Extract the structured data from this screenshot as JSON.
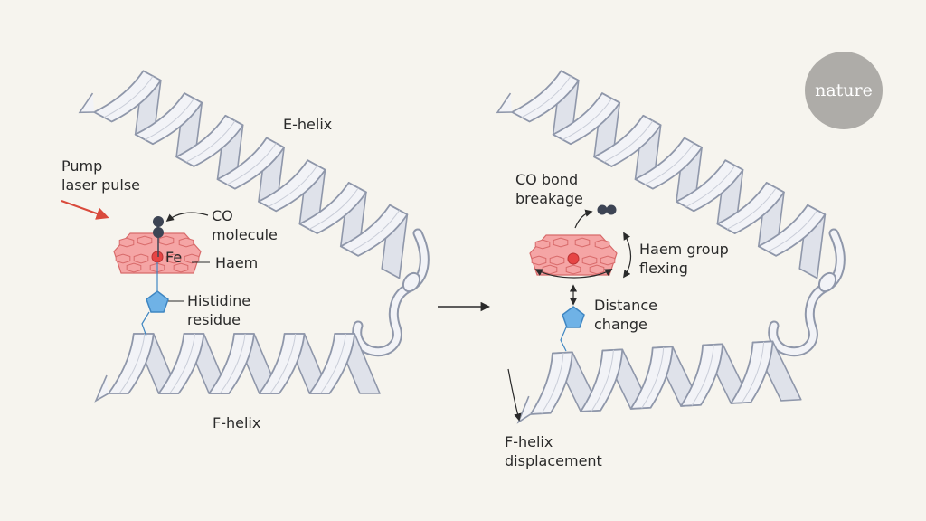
{
  "colors": {
    "background": "#f6f4ee",
    "helix_fill": "#f2f3f7",
    "helix_stroke": "#8f97aa",
    "haem_fill": "#f5a5a5",
    "haem_stroke": "#d86a6a",
    "iron": "#e64545",
    "co_atom": "#3d4454",
    "histidine_fill": "#6fb2e6",
    "histidine_stroke": "#3f86c2",
    "laser_arrow": "#d94a3c",
    "logo_bg": "#aeaca8",
    "text": "#2a2a2a"
  },
  "logo": {
    "text": "nature"
  },
  "left_panel": {
    "e_helix_label": "E-helix",
    "f_helix_label": "F-helix",
    "pump_label": "Pump\nlaser pulse",
    "co_label": "CO\nmolecule",
    "fe_label": "Fe",
    "haem_label": "Haem",
    "histidine_label": "Histidine\nresidue"
  },
  "right_panel": {
    "co_bond_label": "CO bond\nbreakage",
    "haem_flexing_label": "Haem group\nflexing",
    "distance_label": "Distance\nchange",
    "f_helix_displacement_label": "F-helix\ndisplacement"
  }
}
